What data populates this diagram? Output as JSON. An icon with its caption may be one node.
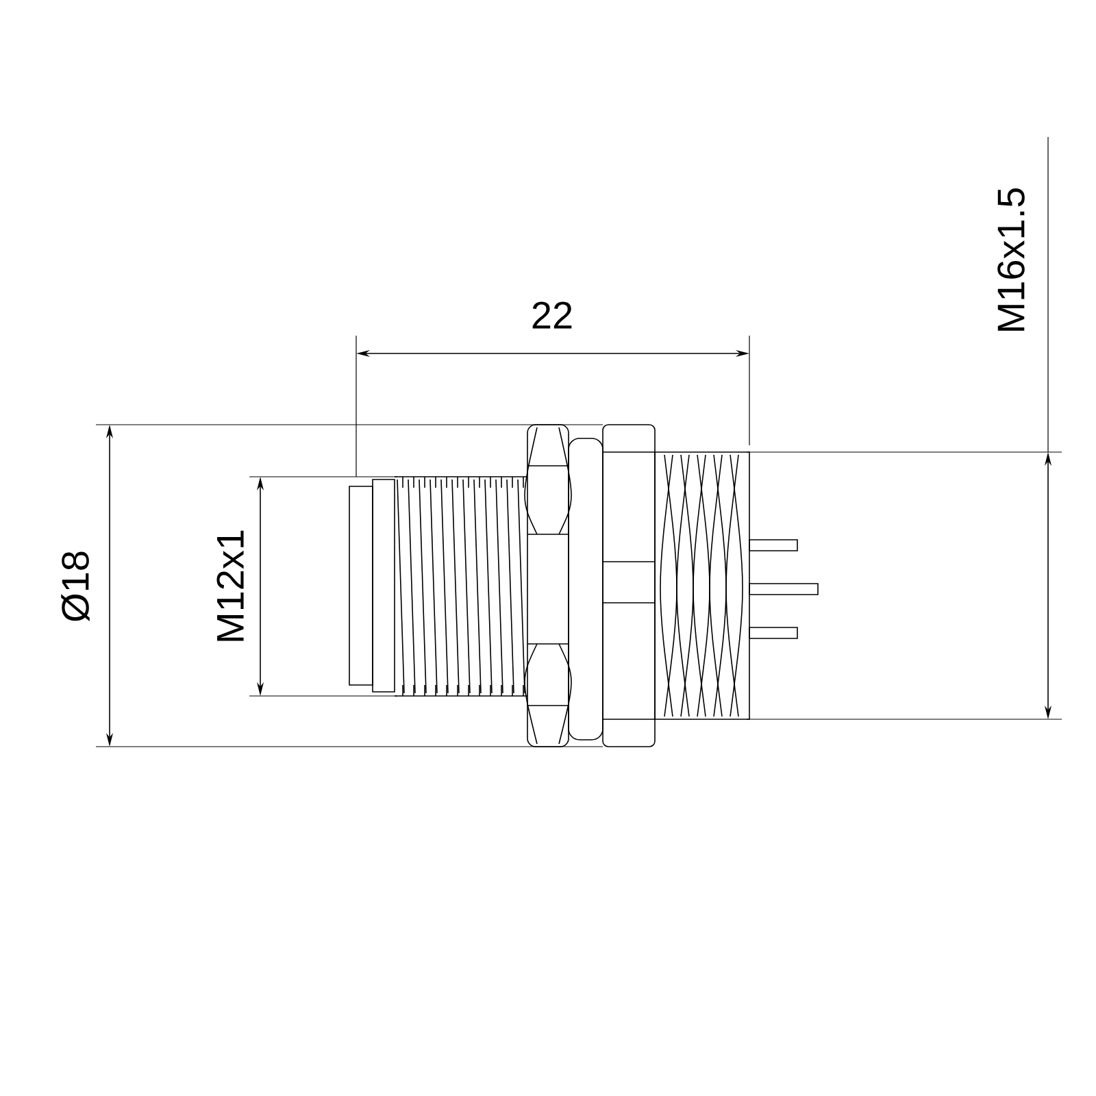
{
  "diagram": {
    "labels": [
      "22",
      "Ø18",
      "M12x1",
      "M16x1.5"
    ]
  }
}
